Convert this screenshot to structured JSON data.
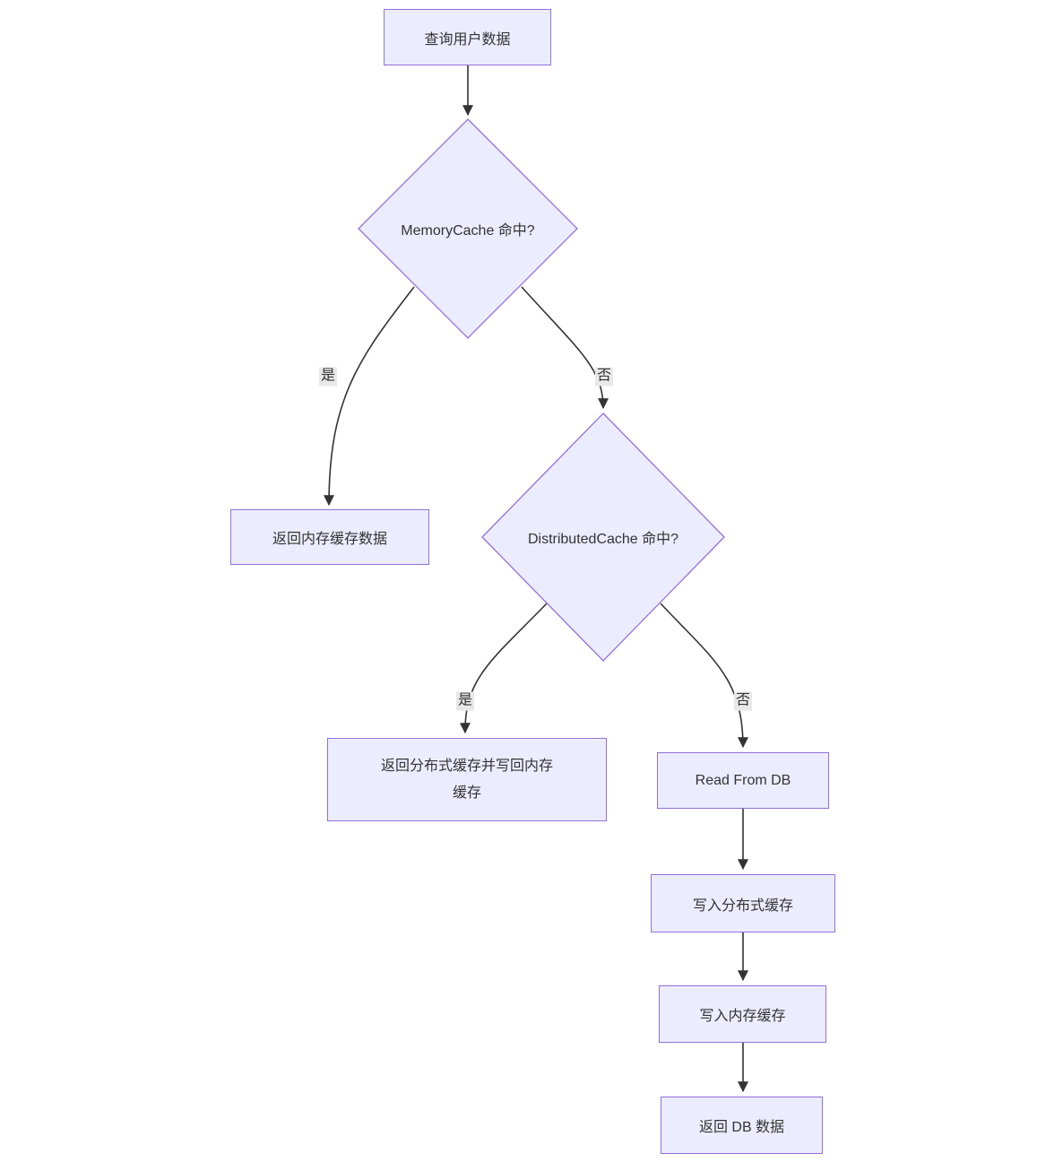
{
  "diagram": {
    "type": "flowchart",
    "direction": "top-down",
    "nodes": [
      {
        "id": "A",
        "label": "查询用户数据",
        "shape": "rect"
      },
      {
        "id": "B",
        "label": "MemoryCache 命中?",
        "shape": "diamond"
      },
      {
        "id": "C",
        "label": "返回内存缓存数据",
        "shape": "rect"
      },
      {
        "id": "D",
        "label": "DistributedCache 命中?",
        "shape": "diamond"
      },
      {
        "id": "E",
        "label": "返回分布式缓存并写回内存缓存",
        "shape": "rect"
      },
      {
        "id": "F",
        "label": "Read From DB",
        "shape": "rect"
      },
      {
        "id": "G",
        "label": "写入分布式缓存",
        "shape": "rect"
      },
      {
        "id": "H",
        "label": "写入内存缓存",
        "shape": "rect"
      },
      {
        "id": "I",
        "label": "返回 DB 数据",
        "shape": "rect"
      }
    ],
    "edges": [
      {
        "from": "A",
        "to": "B",
        "label": ""
      },
      {
        "from": "B",
        "to": "C",
        "label": "是"
      },
      {
        "from": "B",
        "to": "D",
        "label": "否"
      },
      {
        "from": "D",
        "to": "E",
        "label": "是"
      },
      {
        "from": "D",
        "to": "F",
        "label": "否"
      },
      {
        "from": "F",
        "to": "G",
        "label": ""
      },
      {
        "from": "G",
        "to": "H",
        "label": ""
      },
      {
        "from": "H",
        "to": "I",
        "label": ""
      }
    ],
    "colors": {
      "node_fill": "#ECECFF",
      "node_border": "#9370DB",
      "edge_line": "#333333",
      "edge_label_bg": "#e8e8e8",
      "text": "#333333",
      "background": "#ffffff"
    }
  }
}
